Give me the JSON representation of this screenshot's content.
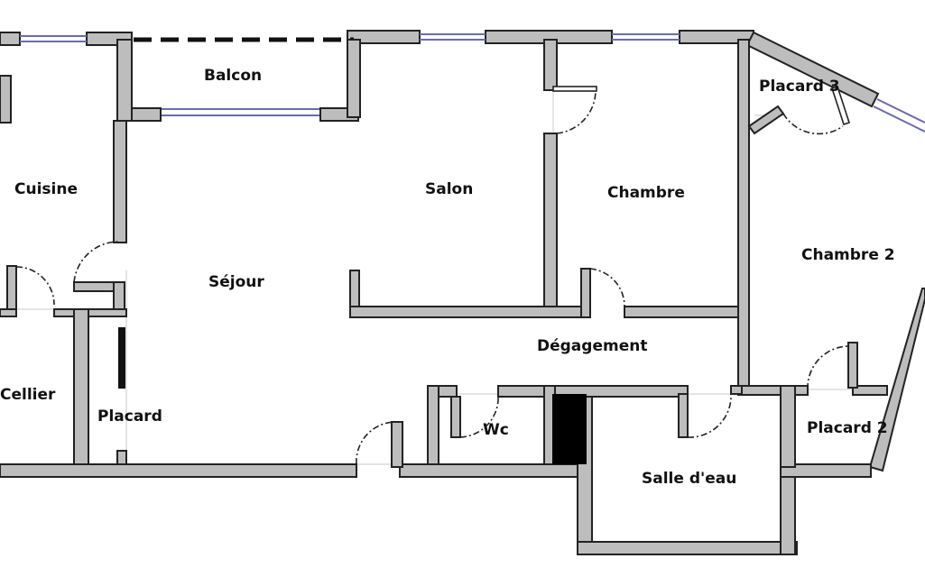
{
  "rooms": {
    "balcon": "Balcon",
    "cuisine": "Cuisine",
    "salon": "Salon",
    "chambre": "Chambre",
    "placard3": "Placard 3",
    "chambre2": "Chambre 2",
    "sejour": "Séjour",
    "degagement": "Dégagement",
    "cellier": "Cellier",
    "placard": "Placard",
    "wc": "Wc",
    "placard2": "Placard 2",
    "salle_eau": "Salle d'eau"
  }
}
